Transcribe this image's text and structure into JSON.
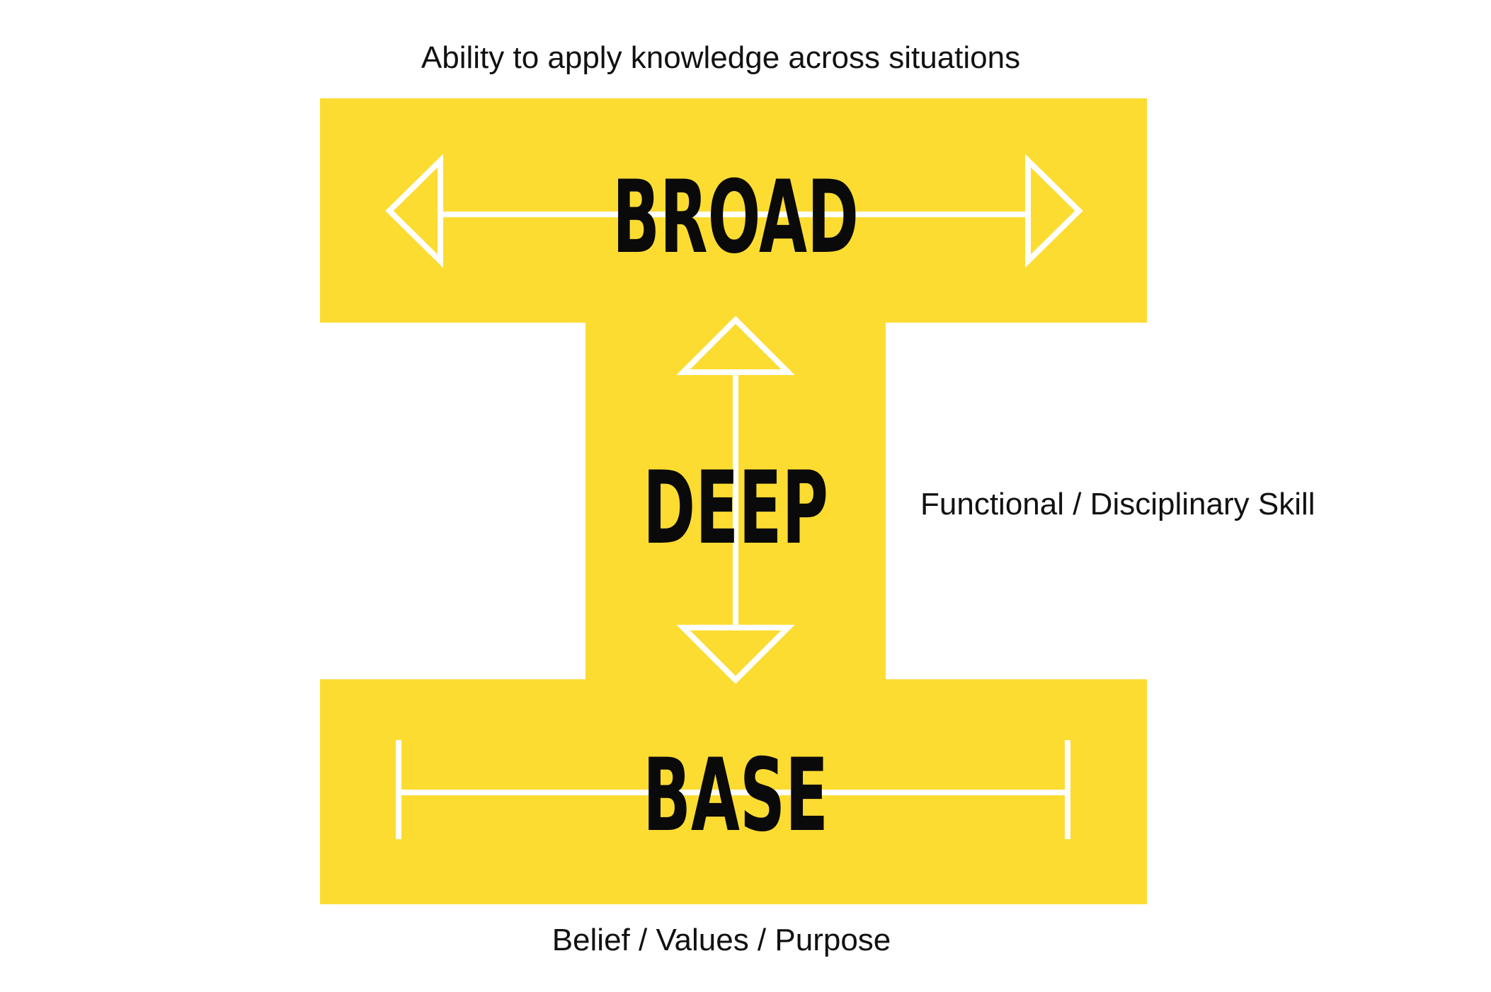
{
  "captions": {
    "top": "Ability to apply knowledge across situations",
    "right": "Functional / Disciplinary Skill",
    "bottom": "Belief / Values / Purpose"
  },
  "labels": {
    "broad": "BROAD",
    "deep": "DEEP",
    "base": "BASE"
  },
  "colors": {
    "shape_fill": "#FDDC32",
    "arrow_stroke": "#FFFFFF",
    "text": "#0A0A0A"
  },
  "icons": {
    "broad": "double-headed-horizontal-arrow",
    "deep": "double-headed-vertical-arrow",
    "base": "horizontal-bar-with-end-caps"
  }
}
